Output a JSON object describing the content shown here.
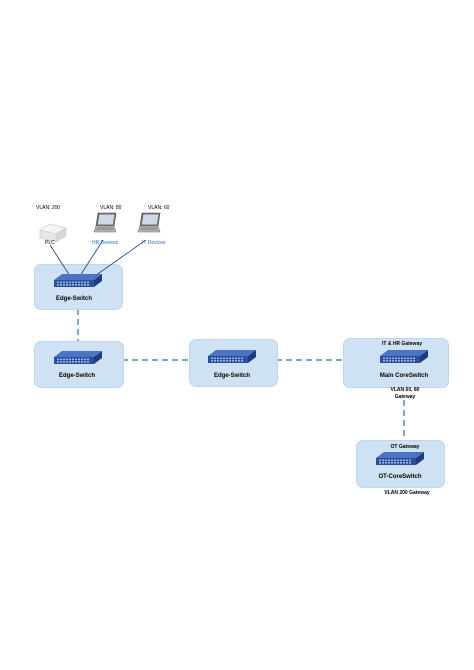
{
  "devices": [
    {
      "vlan": "VLAN: 200",
      "label": "PLC",
      "icon": "plc-icon"
    },
    {
      "vlan": "VLAN: 80",
      "label": "HR Devices",
      "icon": "laptop-icon"
    },
    {
      "vlan": "VLAN: 60",
      "label": "IT Devices",
      "icon": "laptop-icon"
    }
  ],
  "switches": {
    "edge_top": "Edge-Switch",
    "edge_left": "Edge-Switch",
    "edge_mid": "Edge-Switch",
    "main_core": "Main CoreSwitch",
    "ot_core": "OT-CoreSwitch"
  },
  "annotations": {
    "it_hr_gateway": "IT & HR Gateway",
    "vlan_gateway_line1": "VLAN 60, 80",
    "vlan_gateway_line2": "Gateway",
    "ot_gateway": "OT Gateway",
    "vlan200_gateway": "VLAN 200 Gateway"
  },
  "colors": {
    "box_fill": "#cfe2f3",
    "link_dashed": "#2e6ab0",
    "link_solid": "#2b4d8c",
    "device_label_blue": "#2f6fc0",
    "switch_body": "#2a4f9e"
  }
}
